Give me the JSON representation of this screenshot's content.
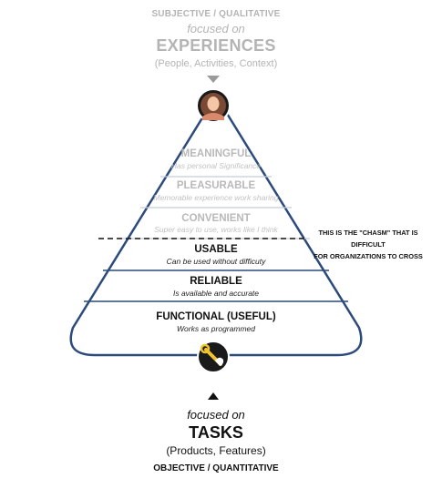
{
  "header": {
    "kicker": "SUBJECTIVE / QUALITATIVE",
    "focus": "focused on",
    "title": "EXPERIENCES",
    "subtitle": "(People, Activities, Context)"
  },
  "levels": [
    {
      "name": "MEANINGFUL",
      "desc": "Has personal Significance"
    },
    {
      "name": "PLEASURABLE",
      "desc": "Memorable experience work sharing"
    },
    {
      "name": "CONVENIENT",
      "desc": "Super easy to use, works like I think"
    },
    {
      "name": "USABLE",
      "desc": "Can be used without difficuty"
    },
    {
      "name": "RELIABLE",
      "desc": "Is available and accurate"
    },
    {
      "name": "FUNCTIONAL (USEFUL)",
      "desc": "Works as programmed"
    }
  ],
  "chasm": {
    "line1": "THIS IS THE \"CHASM\" THAT IS DIFFICULT",
    "line2": "FOR ORGANIZATIONS TO CROSS"
  },
  "footer": {
    "focus": "focused on",
    "title": "TASKS",
    "subtitle": "(Products, Features)",
    "kicker": "OBJECTIVE / QUANTITATIVE"
  },
  "colors": {
    "pyramid_stroke": "#2c4a7c",
    "dark_circle": "#1a1a1a",
    "faded_text": "#b4b4b4"
  },
  "icons": {
    "top": "person-avatar-icon",
    "bottom": "wrench-hand-icon"
  }
}
